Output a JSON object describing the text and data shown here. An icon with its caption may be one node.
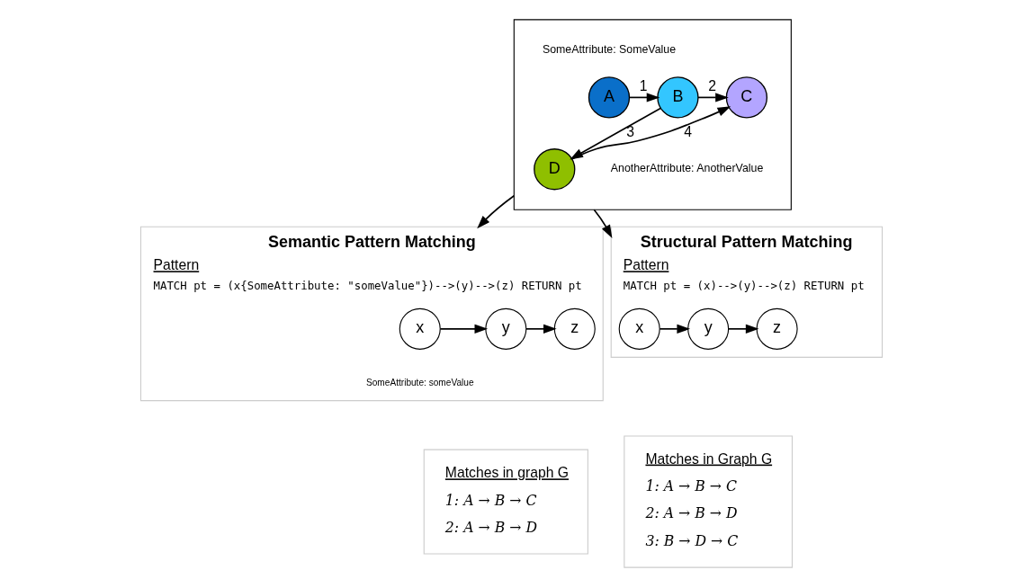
{
  "diagram": {
    "nodes": [
      {
        "text": [],
        "shape": "box"
      },
      {
        "text": [
          "A"
        ],
        "in": 0,
        "beside": [
          "SomeAttribute: SomeValue"
        ]
      },
      {
        "text": [
          "B"
        ],
        "in": 0
      },
      {
        "text": [
          "C"
        ],
        "in": 0
      },
      {
        "text": [
          "D"
        ],
        "in": 0,
        "beside": [
          "AnotherAttribute: AnotherValue"
        ]
      },
      {
        "text": [
          "Structural Pattern Matching",
          "Pattern",
          "MATCH pt = (x)-->(y)-->(z) RETURN pt"
        ]
      },
      {
        "text": [
          "x"
        ],
        "in": 5
      },
      {
        "text": [
          "y"
        ],
        "in": 5
      },
      {
        "text": [
          "z"
        ],
        "in": 5
      },
      {
        "text": [
          "Matches in Graph G",
          "1: A → B → C",
          "2: A → B → D",
          "3: B → D → C"
        ]
      },
      {
        "text": [
          "Semantic Pattern Matching",
          "Pattern",
          "MATCH pt = (x{SomeAttribute: \"someValue\"})-->(y)-->(z) RETURN pt"
        ]
      },
      {
        "text": [
          "x"
        ],
        "in": 10,
        "beside": [
          "SomeAttribute: someValue"
        ]
      },
      {
        "text": [
          "y"
        ],
        "in": 10
      },
      {
        "text": [
          "z"
        ],
        "in": 10
      },
      {
        "text": [
          "Matches in graph G",
          "1: A → B → C",
          "2: A → B → D"
        ]
      }
    ],
    "edges": [
      {
        "from": 1,
        "to": 2,
        "arrow": "to",
        "label": "1"
      },
      {
        "from": 2,
        "to": 3,
        "arrow": "to",
        "label": "2"
      },
      {
        "from": 2,
        "to": 4,
        "arrow": "to",
        "label": "3"
      },
      {
        "from": 4,
        "to": 3,
        "arrow": "to",
        "label": "4"
      },
      {
        "from": 0,
        "to": 5,
        "arrow": "to"
      },
      {
        "from": 0,
        "to": 10,
        "arrow": "to"
      },
      {
        "from": 6,
        "to": 7,
        "arrow": "to"
      },
      {
        "from": 7,
        "to": 8,
        "arrow": "to"
      },
      {
        "from": 11,
        "to": 12,
        "arrow": "to"
      },
      {
        "from": 12,
        "to": 13,
        "arrow": "to"
      }
    ]
  }
}
